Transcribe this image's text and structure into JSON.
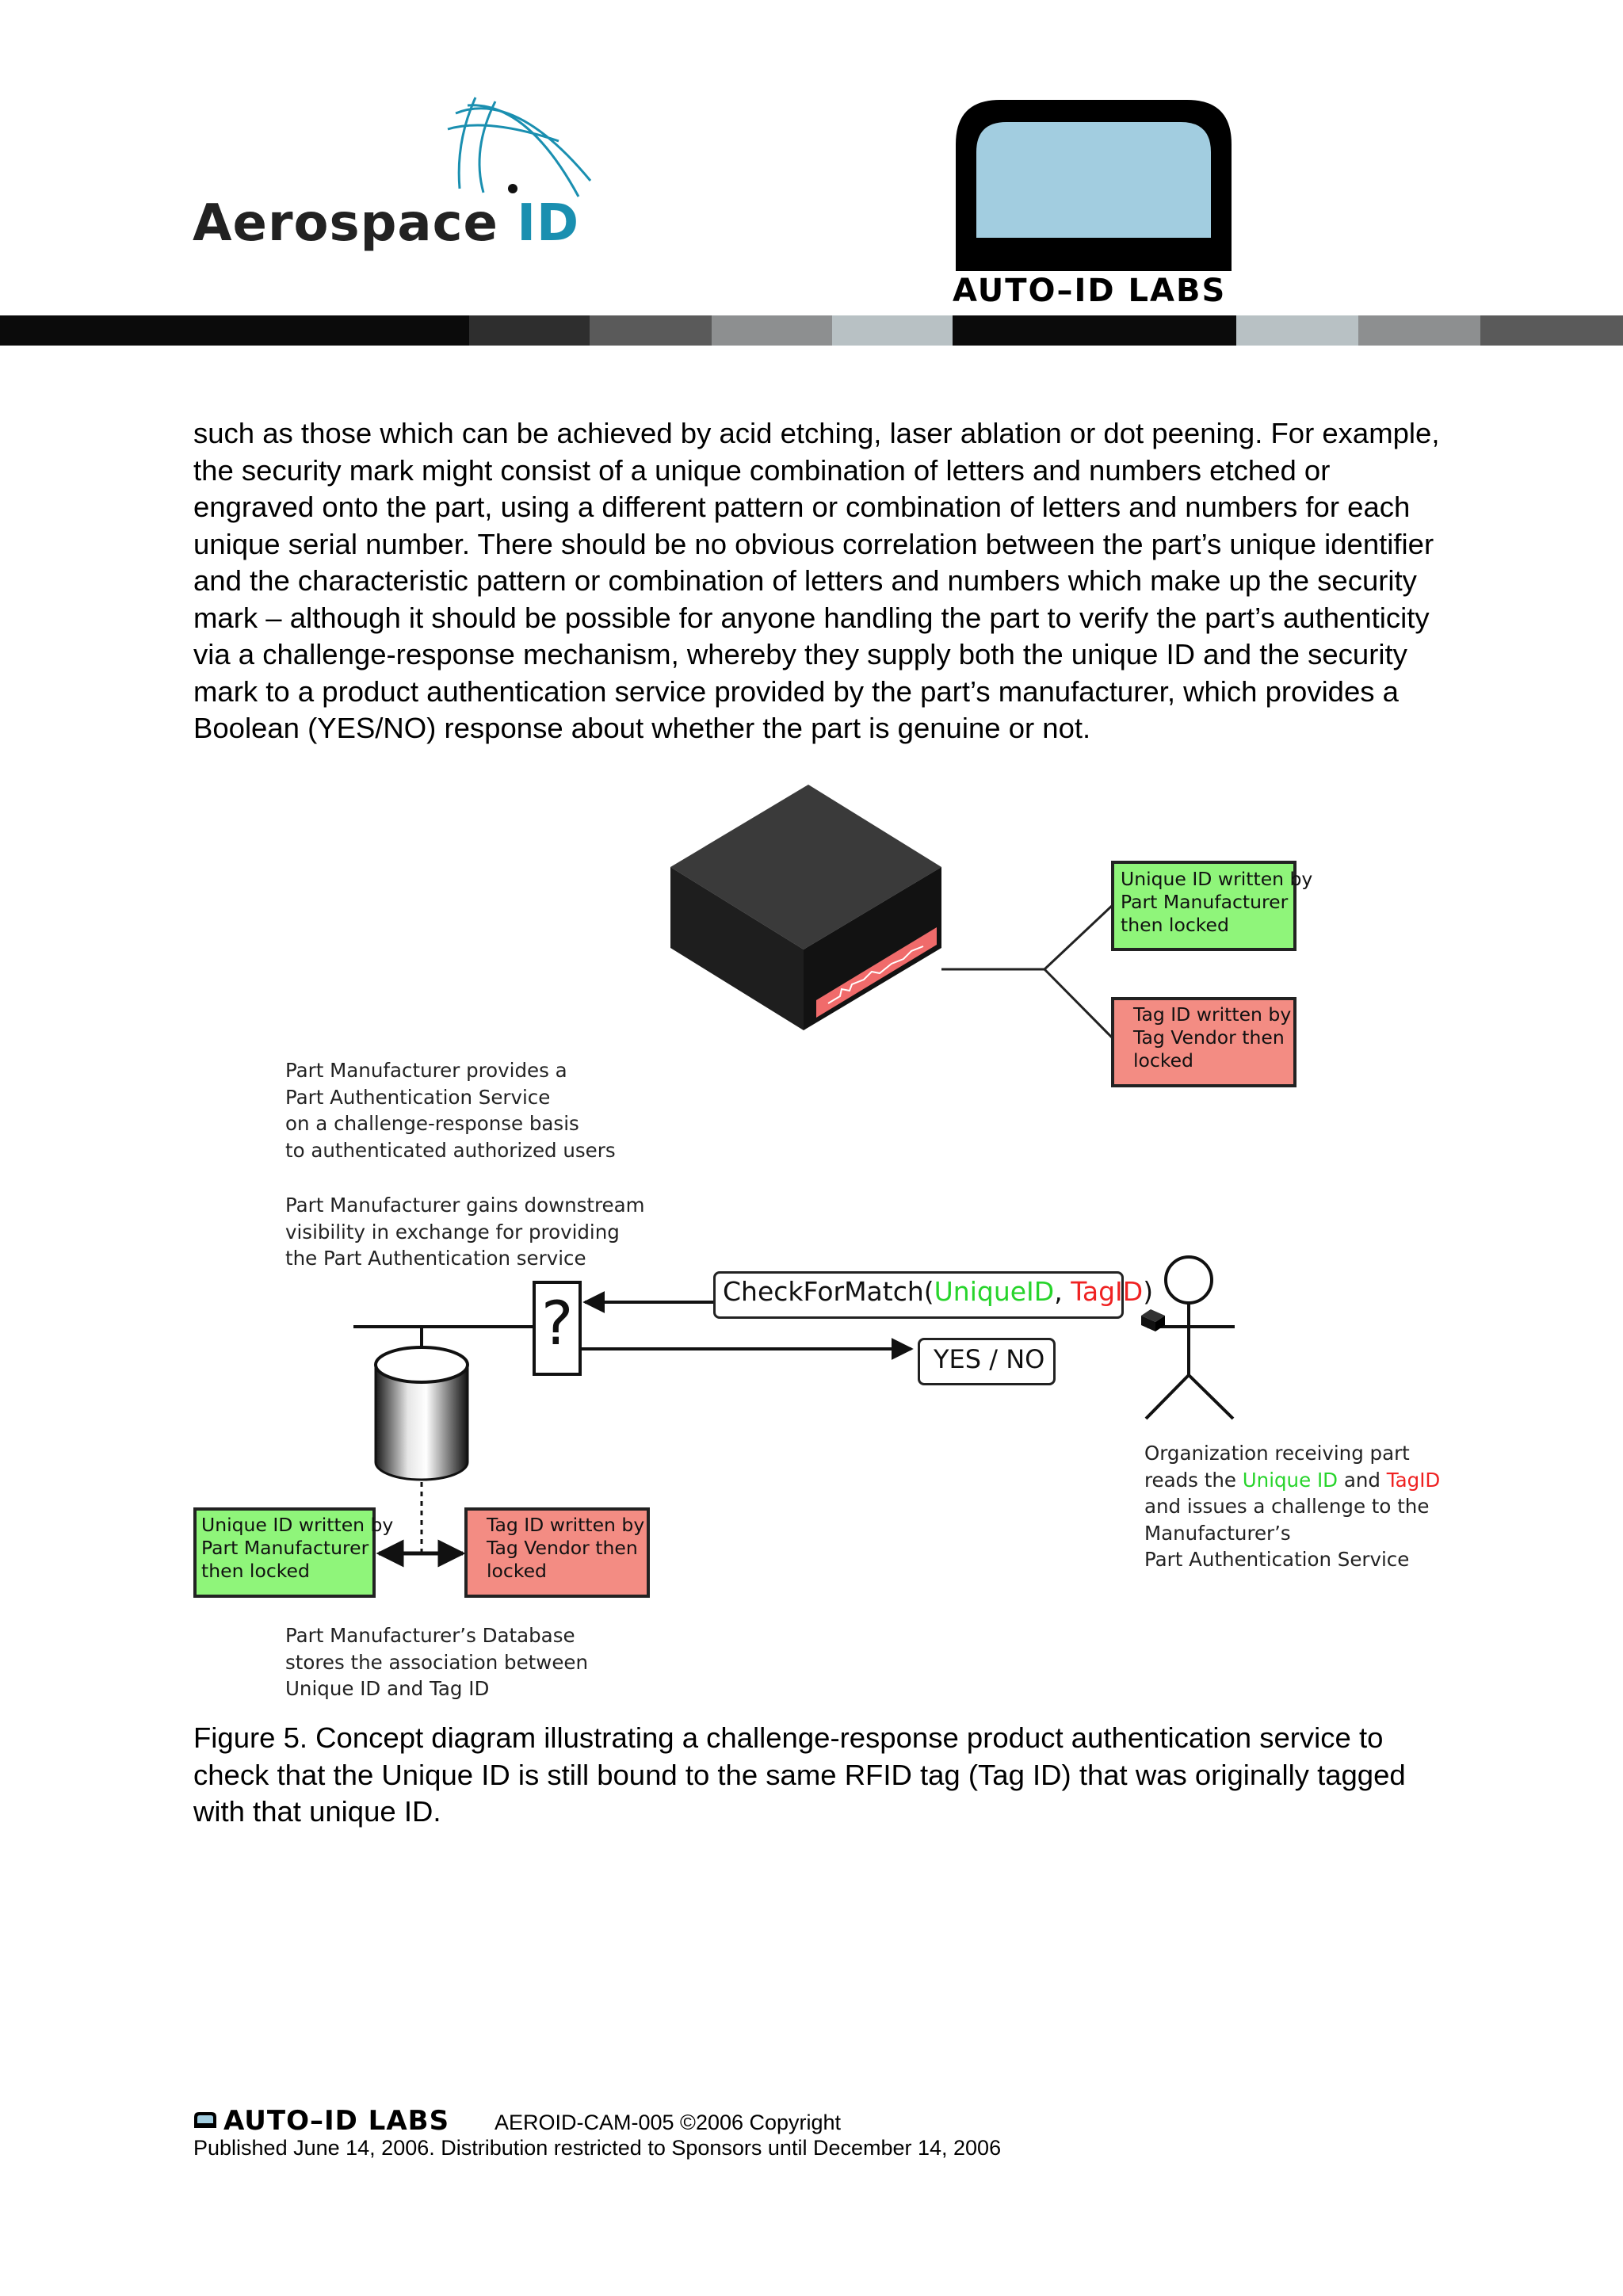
{
  "header": {
    "aerospace_logo": {
      "name": "Aerospace",
      "suffix": "ID"
    },
    "autoid_logo": {
      "label": "AUTO–ID LABS"
    },
    "band_colors": [
      "#0b0b0b",
      "#2e2e2e",
      "#5a5a5a",
      "#8d8f90",
      "#b8c1c4",
      "#0b0b0b",
      "#b8c1c4",
      "#8d8f90",
      "#5a5a5a"
    ]
  },
  "body": {
    "paragraph": "such as those which can be achieved by acid etching, laser ablation or dot peening.  For example, the security mark might consist of a unique combination of letters and numbers etched or engraved onto the part, using a different pattern or combination of letters and numbers for each unique serial number.  There should be no obvious correlation between the part’s unique identifier and the characteristic pattern or combination of letters and numbers which make up the security mark – although it should be possible for anyone handling the part to verify the part’s authenticity via a challenge-response mechanism, whereby they supply both the unique ID and the security mark to a product authentication service provided by the part’s manufacturer, which provides a Boolean (YES/NO) response about whether the part is genuine or not."
  },
  "diagram": {
    "box_top_green": "Unique ID written by\nPart Manufacturer\nthen locked",
    "box_top_red": "Tag ID written by\nTag Vendor then\nlocked",
    "note_service": "Part Manufacturer provides a\nPart Authentication Service\non a challenge-response basis\nto authenticated authorized users",
    "note_visibility": "Part Manufacturer gains downstream\nvisibility in exchange for providing\nthe Part Authentication service",
    "question_mark": "?",
    "check_fn": "CheckForMatch(",
    "check_unique": "UniqueID",
    "check_comma": ", ",
    "check_tag": "TagID",
    "check_close": ")",
    "yes_no": "YES / NO",
    "box_bottom_green": "Unique ID written by\nPart Manufacturer\nthen locked",
    "box_bottom_red": "Tag ID written by\nTag Vendor then\nlocked",
    "db_note": "Part Manufacturer’s Database\nstores the association between\nUnique ID and Tag ID",
    "org_line1": "Organization receiving part",
    "org_reads": "reads the ",
    "org_unique": "Unique ID",
    "org_and": " and ",
    "org_tag": "TagID",
    "org_line3": "and issues a challenge to the\nManufacturer’s\nPart Authentication Service",
    "colors": {
      "green_box": "#8ff57a",
      "red_box": "#f38c83",
      "green_text": "#27d42b",
      "red_text": "#ef2222"
    }
  },
  "caption": {
    "text": "Figure 5.  Concept diagram illustrating a challenge-response product authentication service to check that the Unique ID is still bound to the same RFID tag (Tag ID) that was originally tagged with that unique ID."
  },
  "footer": {
    "brand": "AUTO–ID LABS",
    "code": "AEROID-CAM-005 ©2006 Copyright",
    "published": "Published June 14, 2006. Distribution restricted to Sponsors until December 14, 2006"
  }
}
